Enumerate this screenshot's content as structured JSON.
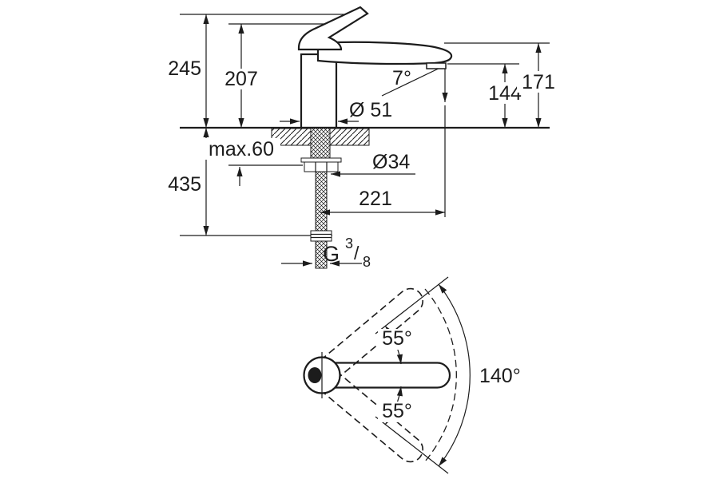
{
  "drawing": {
    "colors": {
      "line": "#1c1c1c",
      "background": "#ffffff"
    },
    "side_view": {
      "labels": {
        "total_height": "245",
        "base_to_handle": "207",
        "spout_angle": "7°",
        "spout_outlet_height": "144",
        "spout_top_height": "171",
        "body_diameter": "Ø 51",
        "max_deck_thickness": "max.60",
        "hole_diameter": "Ø34",
        "below_counter_length": "435",
        "spout_reach": "221",
        "thread": {
          "prefix": "G",
          "numerator": "3",
          "slash": "/",
          "denominator": "8"
        }
      }
    },
    "plan_view": {
      "labels": {
        "swivel_upper": "55°",
        "swivel_lower": "55°",
        "swivel_total": "140°"
      }
    }
  }
}
